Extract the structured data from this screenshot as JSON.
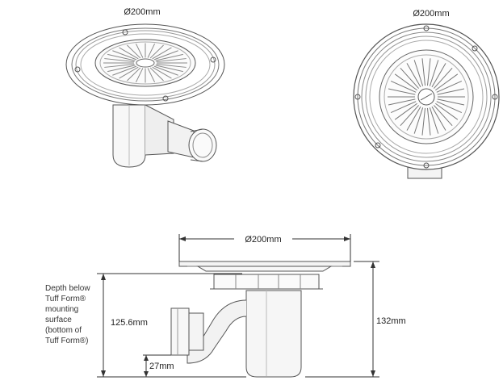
{
  "labels": {
    "perspective_dia": "Ø200mm",
    "top_dia": "Ø200mm",
    "side_dia": "Ø200mm",
    "depth_total": "125.6mm",
    "height_total": "132mm",
    "outlet_height": "27mm"
  },
  "note_lines": [
    "Depth below",
    "Tuff Form®",
    "mounting",
    "surface",
    "(bottom of",
    "Tuff Form®)"
  ],
  "colors": {
    "line": "#555555",
    "light_line": "#9a9a9a",
    "fill_light": "#f6f6f6",
    "dim_line": "#333333"
  }
}
